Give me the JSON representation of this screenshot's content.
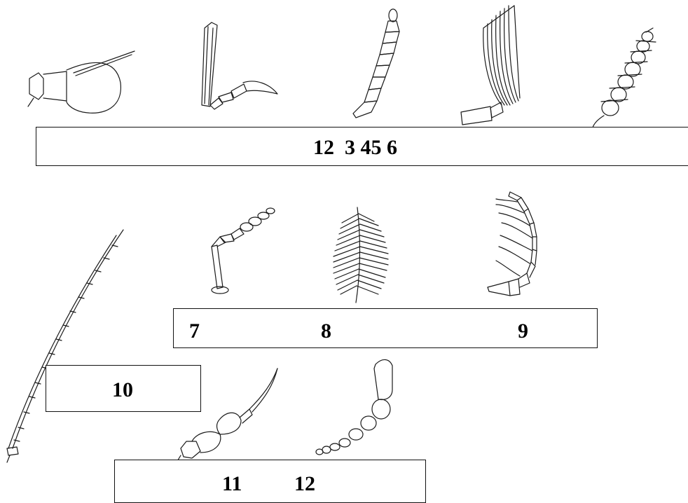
{
  "labels": {
    "row1": "12  3 45 6",
    "n7": "7",
    "n8": "8",
    "n9": "9",
    "n10": "10",
    "n11": "11",
    "n12": "12"
  },
  "antennae": [
    {
      "id": "aristate-antenna",
      "icon": "aristate-antenna-icon"
    },
    {
      "id": "geniculate-antenna",
      "icon": "geniculate-antenna-icon"
    },
    {
      "id": "serrate-antenna",
      "icon": "serrate-antenna-icon"
    },
    {
      "id": "lamellate-antenna",
      "icon": "lamellate-antenna-icon"
    },
    {
      "id": "verticillate-antenna",
      "icon": "verticillate-antenna-icon"
    },
    {
      "id": "elbowed-antenna",
      "icon": "elbowed-antenna-icon"
    },
    {
      "id": "plumose-antenna",
      "icon": "plumose-antenna-icon"
    },
    {
      "id": "pectinate-antenna",
      "icon": "pectinate-antenna-icon"
    },
    {
      "id": "filiform-antenna",
      "icon": "filiform-antenna-icon"
    },
    {
      "id": "stylate-antenna",
      "icon": "stylate-antenna-icon"
    },
    {
      "id": "clavate-antenna",
      "icon": "clavate-antenna-icon"
    }
  ]
}
